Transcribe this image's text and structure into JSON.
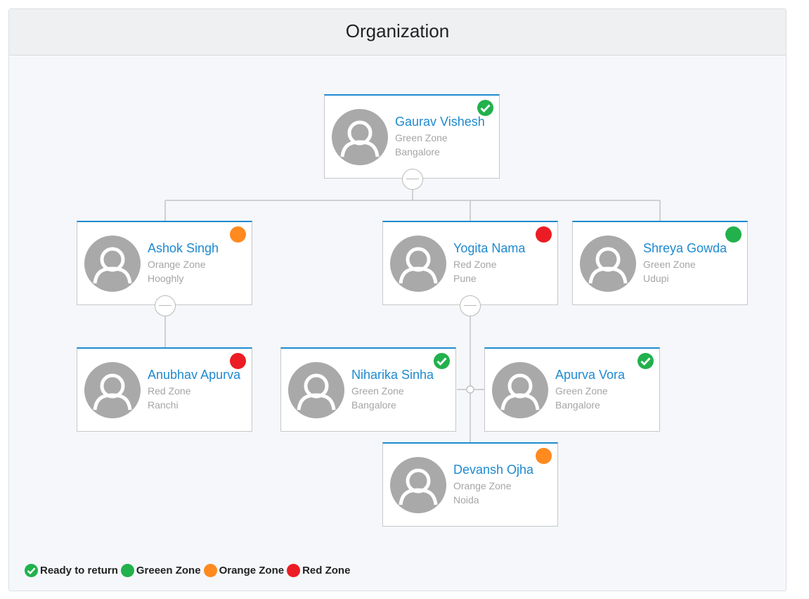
{
  "title": "Organization",
  "colors": {
    "accent": "#1e8ad0",
    "green": "#22b14c",
    "orange": "#ff8a1f",
    "red": "#ec1c24",
    "ready": "#22b14c"
  },
  "nodes": [
    {
      "id": "gaurav",
      "name": "Gaurav Vishesh",
      "zone": "Green Zone",
      "city": "Bangalore",
      "status": "ready-icon"
    },
    {
      "id": "ashok",
      "name": "Ashok Singh",
      "zone": "Orange Zone",
      "city": "Hooghly",
      "status": "orange-dot-icon"
    },
    {
      "id": "yogita",
      "name": "Yogita Nama",
      "zone": "Red Zone",
      "city": "Pune",
      "status": "red-dot-icon"
    },
    {
      "id": "shreya",
      "name": "Shreya Gowda",
      "zone": "Green Zone",
      "city": "Udupi",
      "status": "green-dot-icon"
    },
    {
      "id": "anubhav",
      "name": "Anubhav Apurva",
      "zone": "Red Zone",
      "city": "Ranchi",
      "status": "red-dot-icon"
    },
    {
      "id": "niharika",
      "name": "Niharika Sinha",
      "zone": "Green Zone",
      "city": "Bangalore",
      "status": "ready-icon"
    },
    {
      "id": "apurva",
      "name": "Apurva Vora",
      "zone": "Green Zone",
      "city": "Bangalore",
      "status": "ready-icon"
    },
    {
      "id": "devansh",
      "name": "Devansh Ojha",
      "zone": "Orange Zone",
      "city": "Noida",
      "status": "orange-dot-icon"
    }
  ],
  "legend": [
    {
      "icon": "ready-check-icon",
      "label": "Ready to return"
    },
    {
      "icon": "green-dot-icon",
      "label": "Greeen Zone"
    },
    {
      "icon": "orange-dot-icon",
      "label": "Orange Zone"
    },
    {
      "icon": "red-dot-icon",
      "label": "Red Zone"
    }
  ]
}
